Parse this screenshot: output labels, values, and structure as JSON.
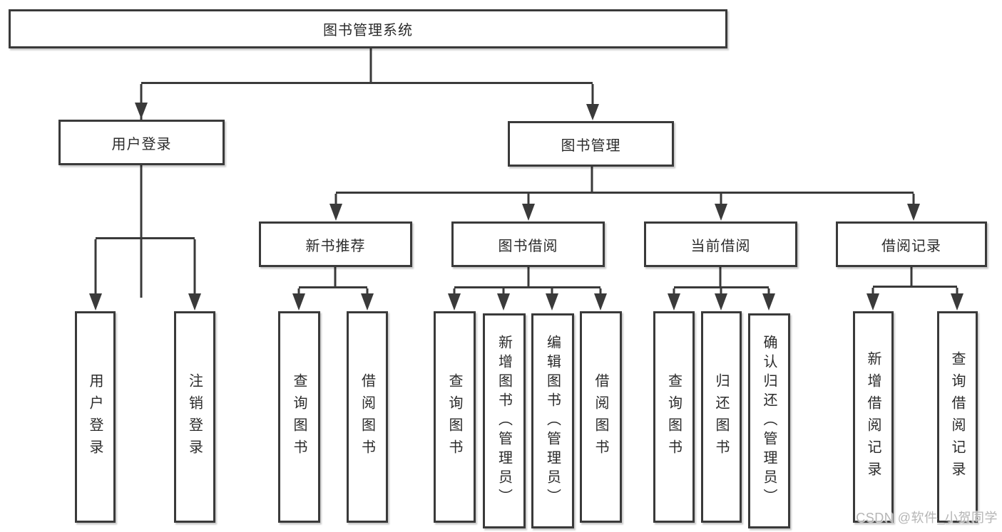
{
  "diagram": {
    "title": "图书管理系统",
    "nodes": {
      "root": {
        "label": "图书管理系统"
      },
      "user_login": {
        "label": "用户登录"
      },
      "book_mgmt": {
        "label": "图书管理"
      },
      "new_book_rec": {
        "label": "新书推荐"
      },
      "book_borrow": {
        "label": "图书借阅"
      },
      "current_borrow": {
        "label": "当前借阅"
      },
      "borrow_records": {
        "label": "借阅记录"
      },
      "v_user_login": {
        "label": "用户登录"
      },
      "v_logout": {
        "label": "注销登录"
      },
      "nbr_query_books": {
        "label": "查询图书"
      },
      "nbr_borrow_books": {
        "label": "借阅图书"
      },
      "bb_query_books": {
        "label": "查询图书"
      },
      "bb_add_books": {
        "label": "新增图书（管理员）"
      },
      "bb_edit_books": {
        "label": "编辑图书（管理员）"
      },
      "bb_borrow_books": {
        "label": "借阅图书"
      },
      "cb_query_books": {
        "label": "查询图书"
      },
      "cb_return_books": {
        "label": "归还图书"
      },
      "cb_confirm_return": {
        "label": "确认归还（管理员）"
      },
      "br_add_record": {
        "label": "新增借阅记录"
      },
      "br_query_record": {
        "label": "查询借阅记录"
      }
    },
    "hierarchy": {
      "图书管理系统": {
        "用户登录": [
          "用户登录",
          "注销登录"
        ],
        "图书管理": {
          "新书推荐": [
            "查询图书",
            "借阅图书"
          ],
          "图书借阅": [
            "查询图书",
            "新增图书（管理员）",
            "编辑图书（管理员）",
            "借阅图书"
          ],
          "当前借阅": [
            "查询图书",
            "归还图书",
            "确认归还（管理员）"
          ],
          "借阅记录": [
            "新增借阅记录",
            "查询借阅记录"
          ]
        }
      }
    }
  },
  "watermark": {
    "text": "CSDN @软件_小贺同学"
  },
  "colors": {
    "background": "#ffffff",
    "line": "#3a3a3a",
    "box_border": "#3a3a3a",
    "box_fill": "#ffffff",
    "text": "#2b2b2b",
    "watermark": "#b5b5b5"
  }
}
